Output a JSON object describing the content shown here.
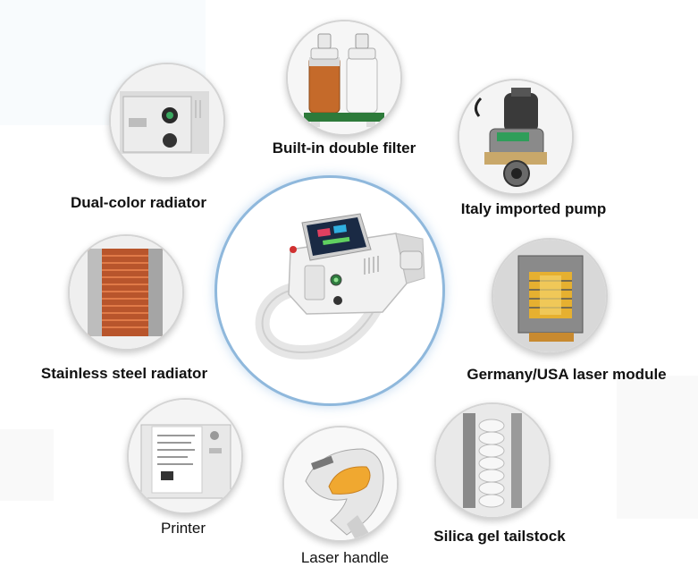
{
  "features": {
    "double_filter": "Built-in double filter",
    "dual_color_radiator": "Dual-color radiator",
    "italy_pump": "Italy imported pump",
    "stainless_radiator": "Stainless steel radiator",
    "laser_module": "Germany/USA laser module",
    "printer": "Printer",
    "laser_handle": "Laser handle",
    "silica_tailstock": "Silica gel tailstock"
  },
  "colors": {
    "center_ring": "#8fb8dc",
    "handle_accent": "#f0a830",
    "copper": "#c8643a",
    "pump_green": "#2f9e5a"
  }
}
